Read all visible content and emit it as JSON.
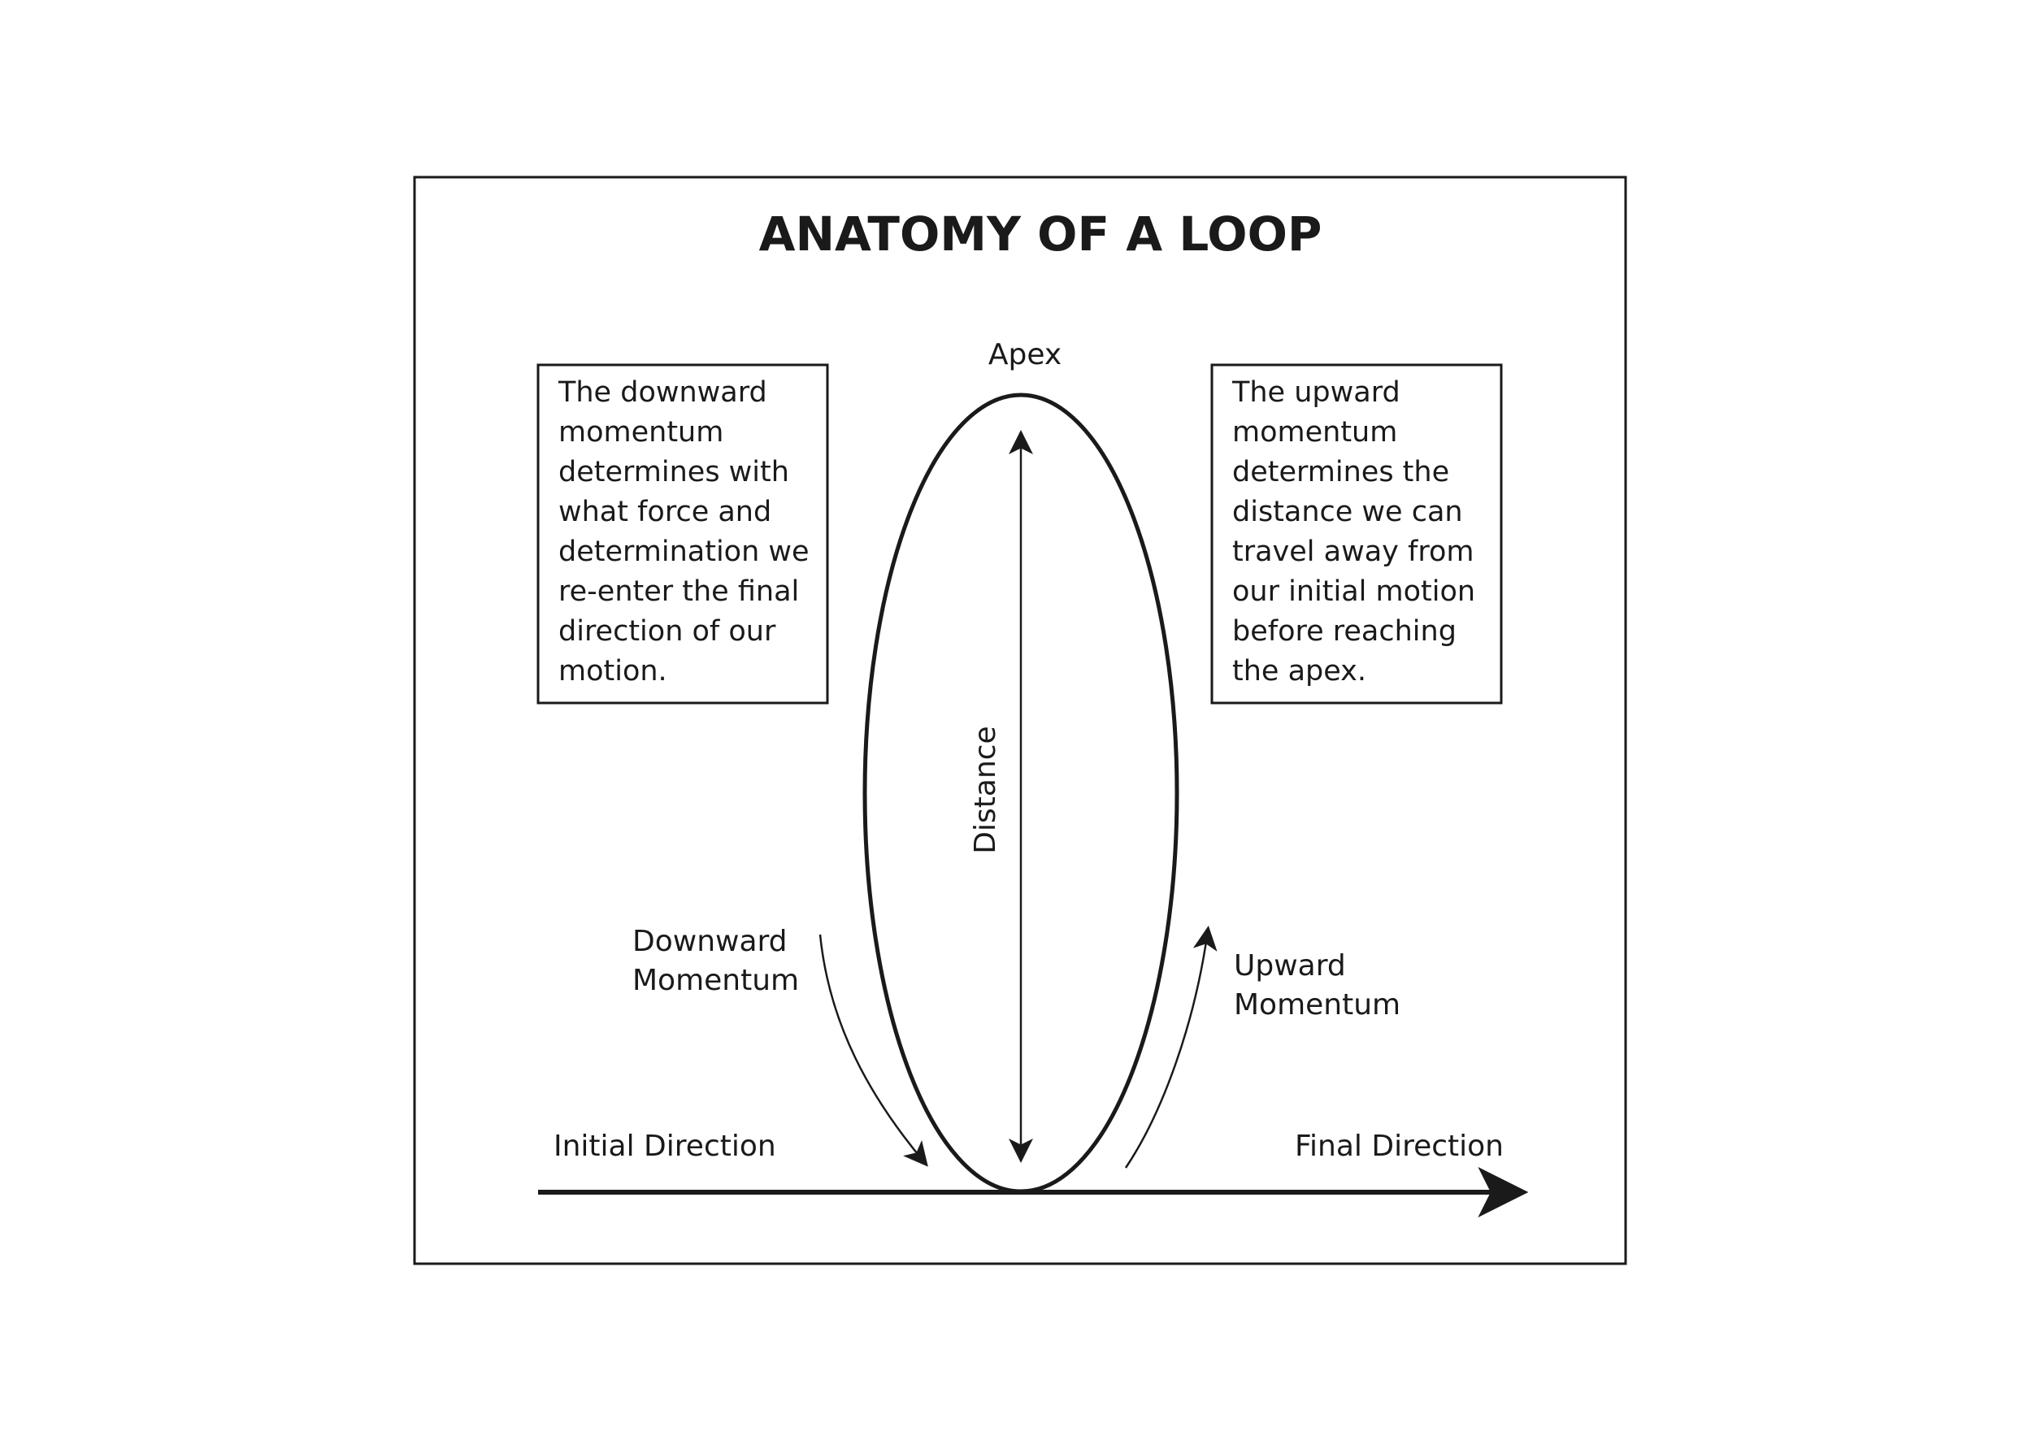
{
  "title": "ANATOMY OF A LOOP",
  "labels": {
    "apex": "Apex",
    "distance": "Distance",
    "initial_direction": "Initial Direction",
    "final_direction": "Final Direction",
    "downward_momentum": [
      "Downward",
      "Momentum"
    ],
    "upward_momentum": [
      "Upward",
      "Momentum"
    ]
  },
  "notes": {
    "downward": [
      "The downward",
      "momentum",
      "determines with",
      "what force and",
      "determination we",
      "re-enter the final",
      "direction of our",
      "motion."
    ],
    "upward": [
      "The upward",
      "momentum",
      "determines the",
      "distance we can",
      "travel away from",
      "our initial motion",
      "before reaching",
      "the apex."
    ]
  },
  "colors": {
    "ink": "#1a1a1a",
    "background": "#ffffff"
  }
}
